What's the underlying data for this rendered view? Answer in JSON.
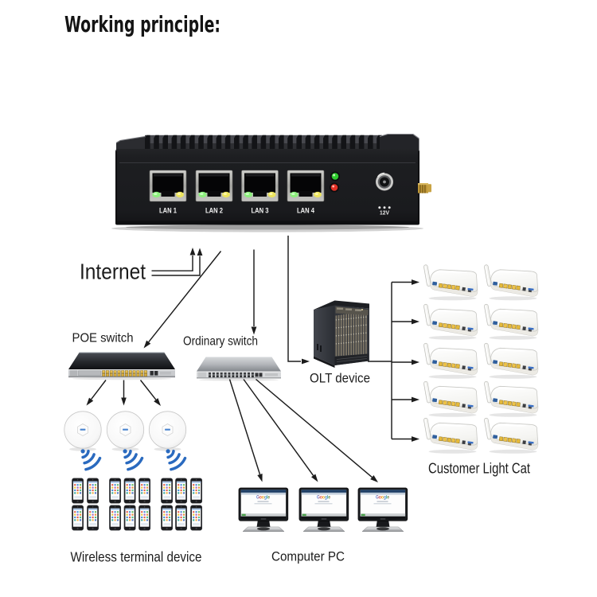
{
  "title": "Working principle:",
  "device": {
    "description": "mini router rear panel",
    "port_labels": [
      "LAN 1",
      "LAN 2",
      "LAN 3",
      "LAN 4"
    ],
    "power_label": "12V"
  },
  "labels": {
    "internet": "Internet",
    "poe_switch": "POE switch",
    "ordinary_switch": "Ordinary switch",
    "olt_device": "OLT device",
    "customer_light_cat": "Customer Light Cat",
    "wireless_terminal_device": "Wireless terminal device",
    "computer_pc": "Computer PC"
  },
  "monitors": {
    "count": 3,
    "screen_logo": "Google"
  },
  "access_points": {
    "count": 3
  },
  "wifi_icons": {
    "count": 3
  },
  "phones": {
    "group_sizes": [
      4,
      6,
      6
    ],
    "total": 16
  },
  "customer_routers": {
    "rows": 5,
    "columns": 2,
    "total": 10
  },
  "colors": {
    "background": "#ffffff",
    "line": "#1c1c1c",
    "wifi_blue": "#2a6abf",
    "led_green": "#35cc35",
    "led_red": "#e03126",
    "port_led_green": "#8dee7d",
    "port_led_yellow": "#ece45e",
    "antenna_gold": "#c09a38",
    "router_port_yellow": "#e7bd4b"
  }
}
